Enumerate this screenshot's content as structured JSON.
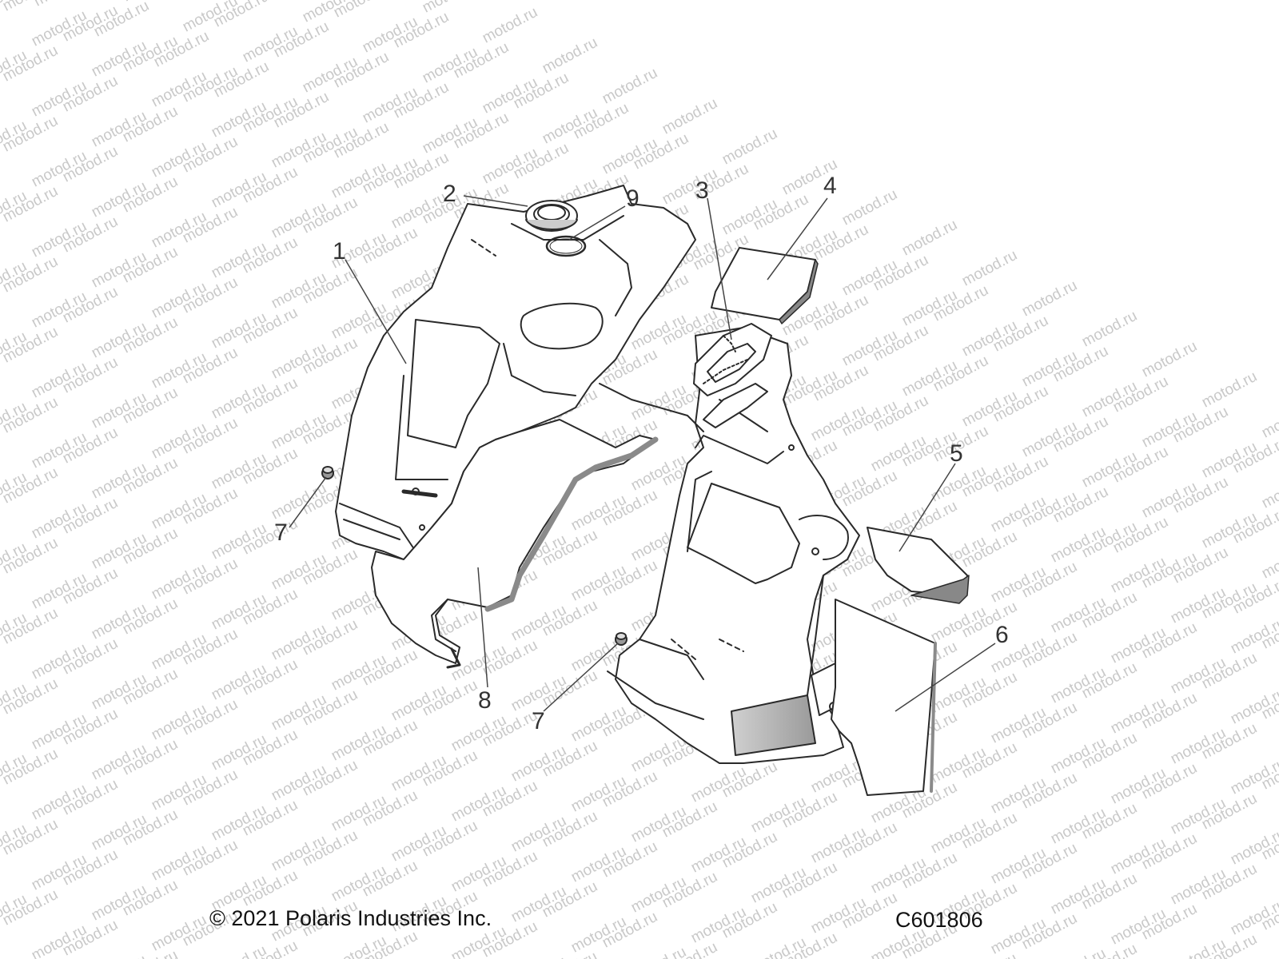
{
  "watermark_text": "motod.ru",
  "callouts": {
    "c1": "1",
    "c2": "2",
    "c3": "3",
    "c4": "4",
    "c5": "5",
    "c6": "6",
    "c7a": "7",
    "c7b": "7",
    "c8": "8",
    "c9": "9"
  },
  "footer": {
    "copyright": "© 2021 Polaris Industries Inc.",
    "drawing_id": "C601806"
  },
  "colors": {
    "line": "#2a2a2a",
    "shade": "#bdbdbd",
    "leader": "#444444",
    "watermark": "#c9c9c9"
  }
}
